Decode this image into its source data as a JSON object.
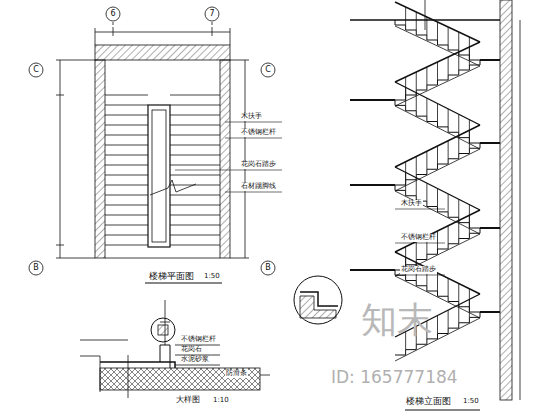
{
  "diagram": {
    "labels": [
      "6",
      "7",
      "C",
      "C",
      "B",
      "B",
      "楼梯平面图",
      "1:50",
      "木扶手",
      "不锈钢栏杆",
      "花岗石踏步",
      "石材踢脚线",
      "木扶手",
      "不锈钢栏杆",
      "花岗石踏步",
      "不锈钢栏杆",
      "花岗石",
      "水泥砂浆",
      "防滑条",
      "大样图",
      "1:10",
      "楼梯立面图",
      "1:50",
      "知末",
      "ID: 165777184"
    ]
  }
}
